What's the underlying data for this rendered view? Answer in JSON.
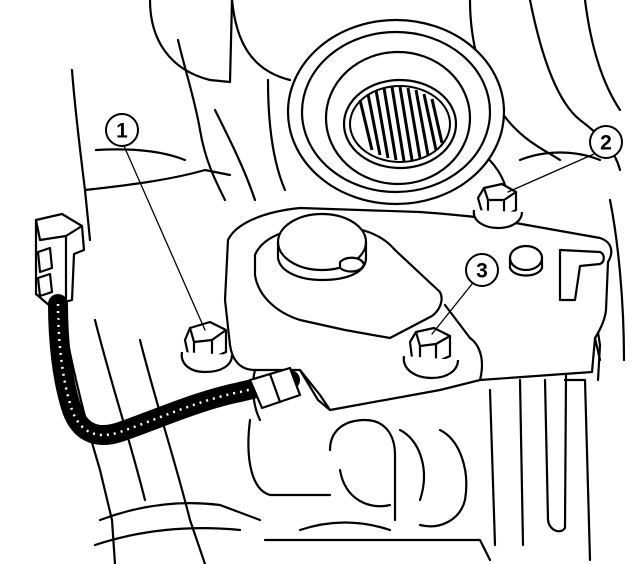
{
  "callouts": [
    {
      "label": "1",
      "target": "bolt-1"
    },
    {
      "label": "2",
      "target": "bolt-2"
    },
    {
      "label": "3",
      "target": "bolt-3"
    }
  ]
}
